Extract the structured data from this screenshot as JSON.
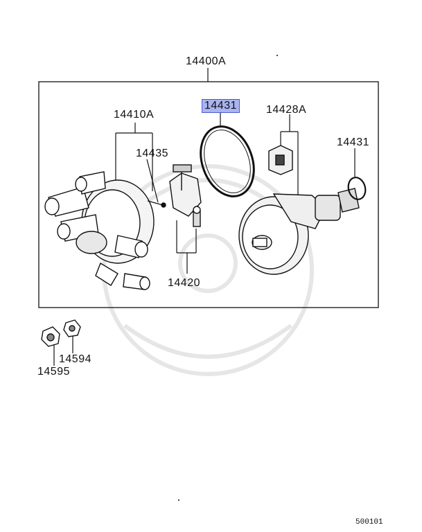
{
  "labels": {
    "assembly": "14400A",
    "oring_highlight": "14431",
    "cap": "14410A",
    "rotor_seal": "14435",
    "module": "14428A",
    "oring_right": "14431",
    "rotor": "14420",
    "nut_a": "14594",
    "nut_b": "14595"
  },
  "footer_code": "500101",
  "colors": {
    "highlight": "#a9b4f0",
    "line": "#111111",
    "watermark": "#e4e4e4"
  }
}
